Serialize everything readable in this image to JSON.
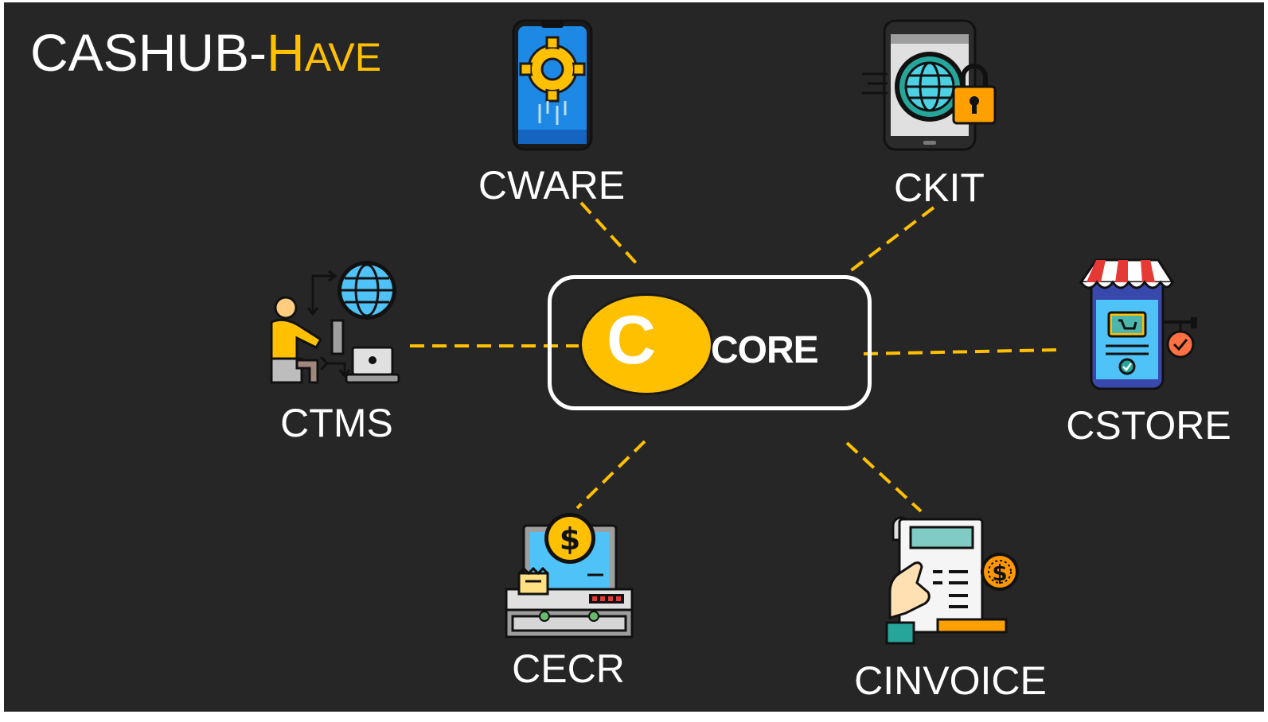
{
  "title": {
    "prefix": "CASHUB-",
    "accent_big": "H",
    "accent_small": "AVE"
  },
  "core": {
    "letter": "C",
    "label": "CORE"
  },
  "modules": {
    "cware": "CWARE",
    "ckit": "CKIT",
    "ctms": "CTMS",
    "cstore": "CSTORE",
    "cecr": "CECR",
    "cinvoice": "CINVOICE"
  },
  "colors": {
    "background": "#262626",
    "accent": "#ffc000",
    "text": "#ffffff",
    "connector": "#ffc000"
  },
  "icons": {
    "cware": "phone-gear-icon",
    "ckit": "tablet-globe-lock-icon",
    "ctms": "person-laptop-globe-icon",
    "cstore": "mobile-store-icon",
    "cecr": "cash-register-icon",
    "cinvoice": "invoice-hand-dollar-icon"
  }
}
